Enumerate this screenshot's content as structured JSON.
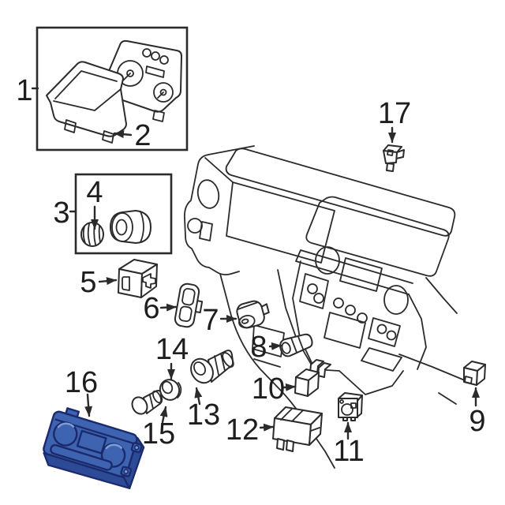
{
  "colors": {
    "background": "#ffffff",
    "line": "#2b2b2b",
    "label": "#1e1e1e",
    "part_fill": "#ffffff",
    "highlight_mid": "#3e63b0",
    "highlight_shade": "#2c4a95",
    "highlight_dark": "#1a2a6c",
    "highlight_light": "#7b9cd6"
  },
  "highlighted_part": "16",
  "part_labels": [
    "1",
    "2",
    "3",
    "4",
    "5",
    "6",
    "7",
    "8",
    "9",
    "10",
    "11",
    "12",
    "13",
    "14",
    "15",
    "16",
    "17"
  ]
}
